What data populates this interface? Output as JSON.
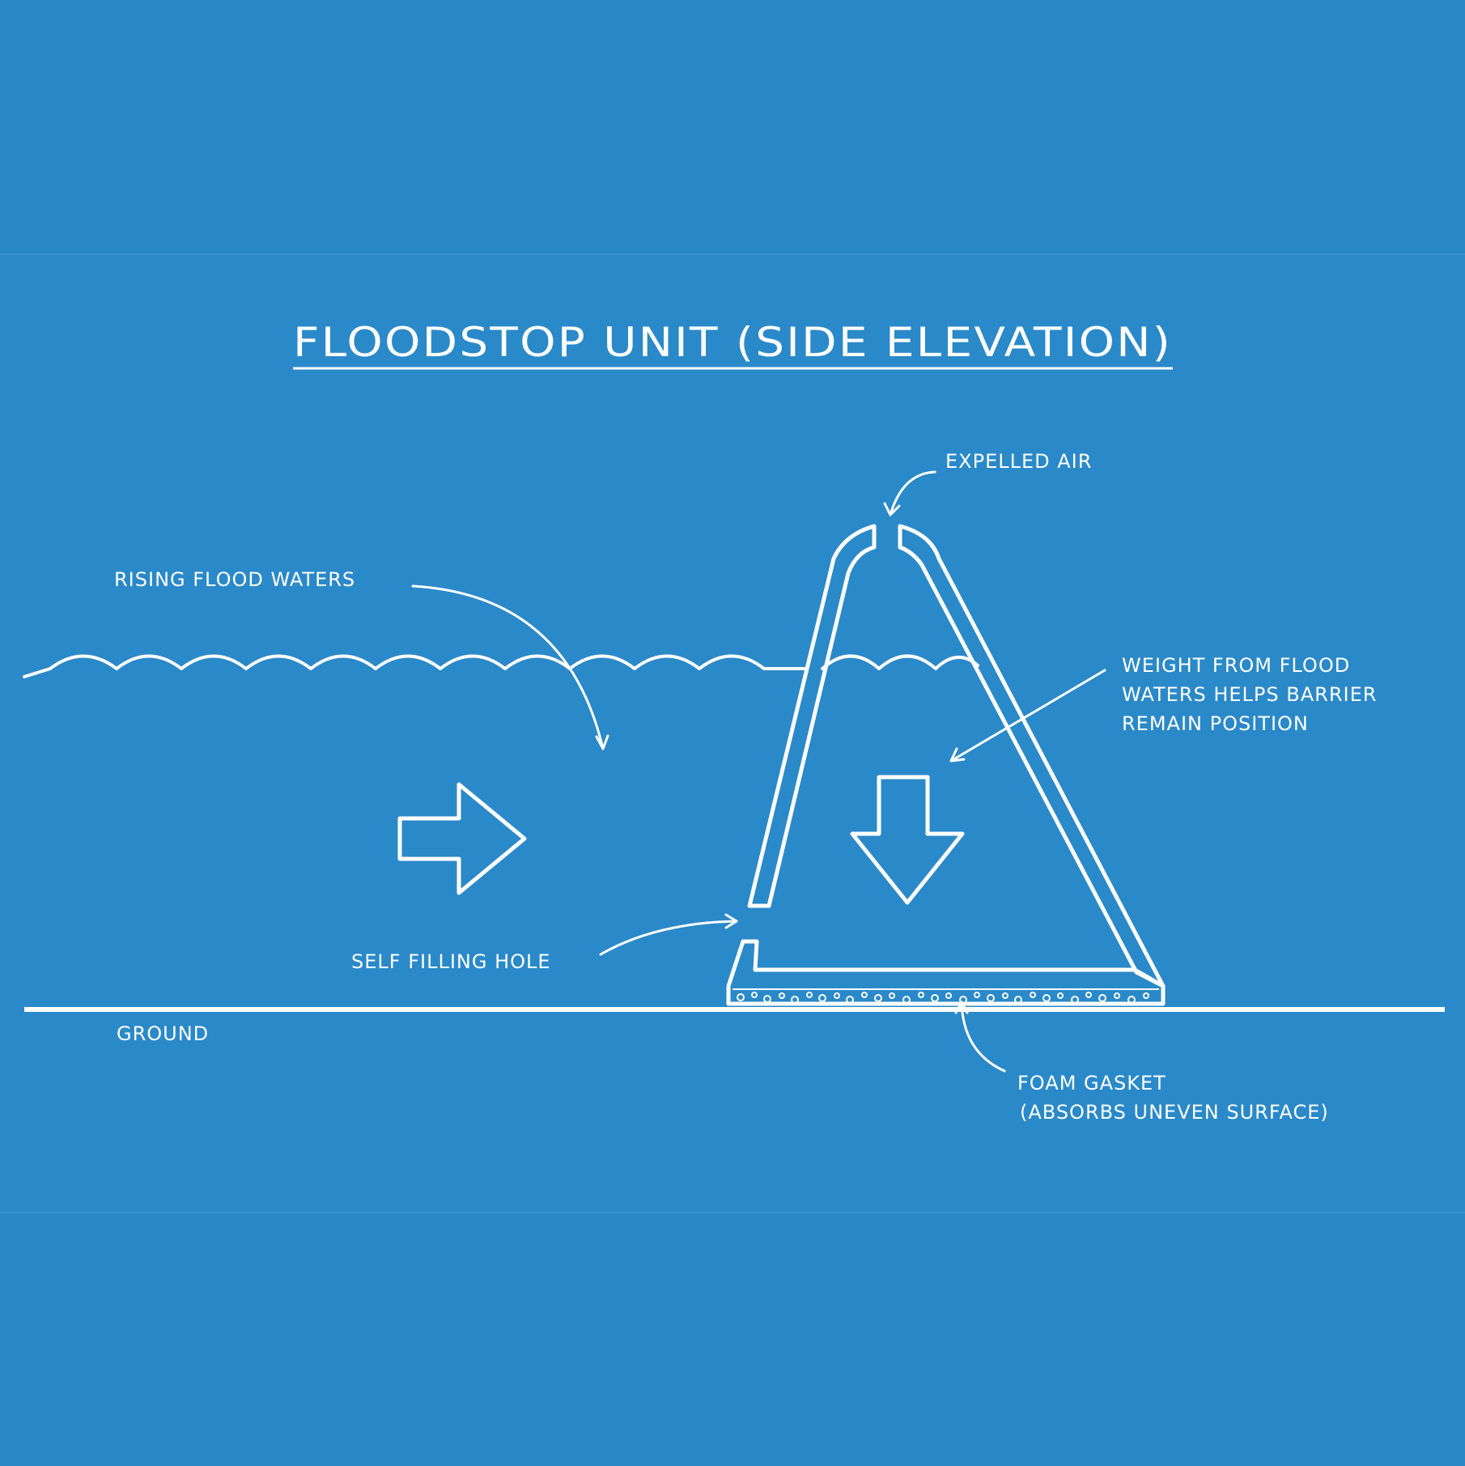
{
  "title": "FLOODSTOP UNIT (SIDE ELEVATION)",
  "labels": {
    "expelled_air": "EXPELLED AIR",
    "rising_flood_waters": "RISING FLOOD WATERS",
    "weight_line1": "WEIGHT FROM FLOOD",
    "weight_line2": "WATERS HELPS BARRIER",
    "weight_line3": "REMAIN POSITION",
    "self_filling_hole": "SELF FILLING HOLE",
    "ground": "GROUND",
    "foam_gasket_line1": "FOAM GASKET",
    "foam_gasket_line2": "(ABSORBS UNEVEN SURFACE)"
  },
  "colors": {
    "background": "#2888c8",
    "band": "#2a89c9",
    "lines": "#ffffff"
  }
}
